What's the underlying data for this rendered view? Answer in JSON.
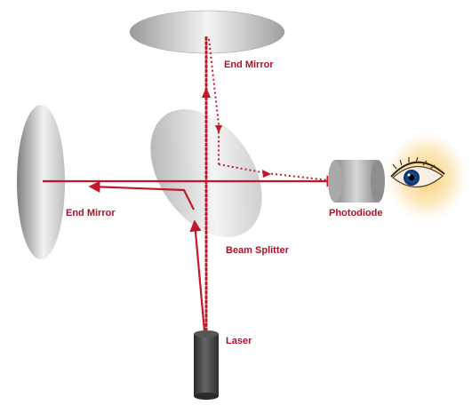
{
  "labels": {
    "end_mirror_top": "End Mirror",
    "end_mirror_left": "End Mirror",
    "beam_splitter": "Beam Splitter",
    "photodiode": "Photodiode",
    "laser": "Laser"
  },
  "colors": {
    "label": "#b0102a",
    "beam": "#c4182a",
    "mirror_dark": "#8a8a8a",
    "mirror_light": "#f2f2f2",
    "device_dark": "#3a3a3a",
    "eye_glow": "#f7d27a"
  },
  "icons": {
    "eye": "eye-icon",
    "laser": "laser-icon",
    "photodiode": "photodiode-icon"
  }
}
